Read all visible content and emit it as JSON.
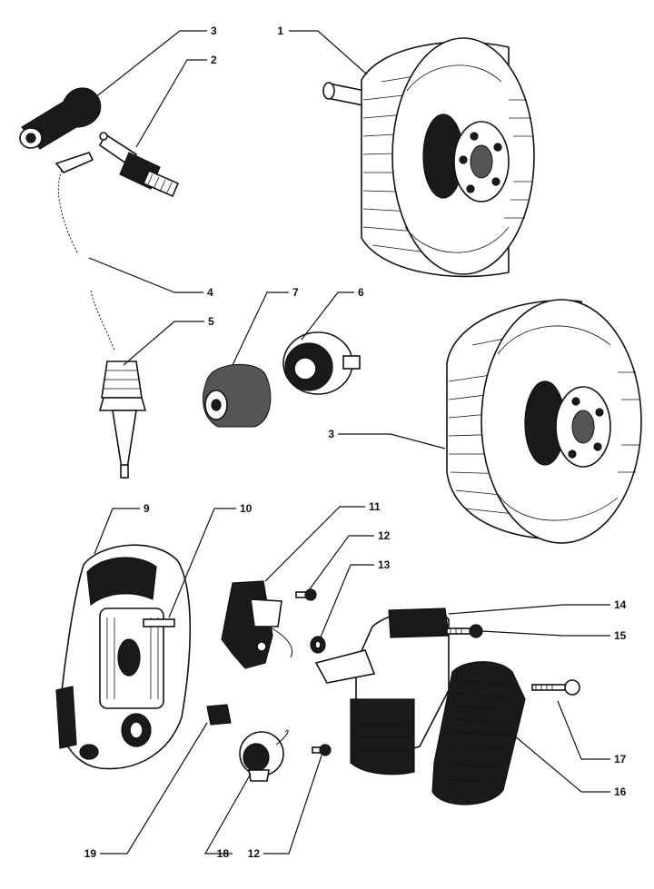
{
  "colors": {
    "ink": "#111111",
    "paper": "#ffffff"
  },
  "callouts": {
    "c1": "1",
    "c2": "2",
    "c3a": "3",
    "c3b": "3",
    "c4": "4",
    "c5": "5",
    "c6": "6",
    "c7": "7",
    "c9": "9",
    "c10": "10",
    "c11": "11",
    "c12a": "12",
    "c12b": "12",
    "c13": "13",
    "c14": "14",
    "c15": "15",
    "c16": "16",
    "c17": "17",
    "c18": "18",
    "c19": "19"
  }
}
